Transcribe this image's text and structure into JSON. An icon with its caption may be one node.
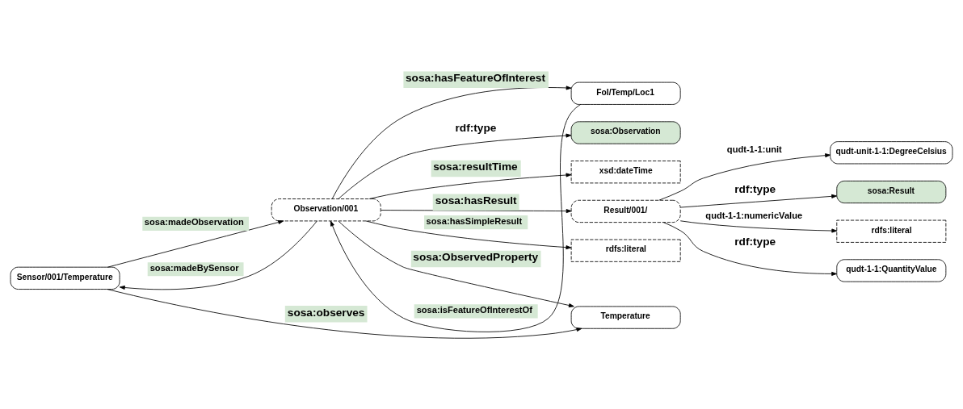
{
  "diagram": {
    "nodes": [
      {
        "text": [
          "Sensor/001/Temperature"
        ]
      },
      {
        "text": [
          "sosa:Observation"
        ]
      },
      {
        "text": [
          "xsd:dateTime"
        ]
      },
      {
        "text": [
          "qudt-unit-1-1:DegreeCelsius"
        ]
      },
      {
        "text": [
          "sosa:Result"
        ]
      },
      {
        "text": [
          "Observation/001"
        ]
      },
      {
        "text": [
          "Result/001/"
        ]
      },
      {
        "text": [
          "rdfs:literal"
        ]
      },
      {
        "text": [
          "rdfs:literal"
        ]
      },
      {
        "text": [
          "Temperature"
        ]
      },
      {
        "text": [
          "FoI/Temp/Loc1"
        ]
      },
      {
        "text": [
          "qudt-1-1:QuantityValue"
        ]
      }
    ],
    "edges": [
      {
        "from": 0,
        "to": 5,
        "arrow": "to",
        "label": "sosa:madeObservation"
      },
      {
        "from": 5,
        "to": 0,
        "arrow": "to",
        "label": "sosa:madeBySensor"
      },
      {
        "from": 5,
        "to": 1,
        "arrow": "to",
        "label": "rdf:type"
      },
      {
        "from": 5,
        "to": 2,
        "arrow": "to",
        "label": "sosa:resultTime"
      },
      {
        "from": 5,
        "to": 6,
        "arrow": "to",
        "label": "sosa:hasResult"
      },
      {
        "from": 6,
        "to": 3,
        "arrow": "to",
        "label": "qudt-1-1:unit"
      },
      {
        "from": 6,
        "to": 4,
        "arrow": "to",
        "label": "rdf:type"
      },
      {
        "from": 5,
        "to": 7,
        "arrow": "to",
        "label": "sosa:hasSimpleResult"
      },
      {
        "from": 0,
        "to": 9,
        "arrow": "to",
        "label": "sosa:observes"
      },
      {
        "from": 5,
        "to": 9,
        "arrow": "to",
        "label": "sosa:ObservedProperty"
      },
      {
        "from": 5,
        "to": 10,
        "arrow": "to",
        "label": "sosa:hasFeatureOfInterest"
      },
      {
        "from": 10,
        "to": 5,
        "arrow": "to",
        "label": "sosa:isFeatureOfInterestOf"
      },
      {
        "from": 6,
        "to": 8,
        "arrow": "to",
        "label": "qudt-1-1:numericValue"
      },
      {
        "from": 6,
        "to": 11,
        "arrow": "to",
        "label": "rdf:type"
      }
    ]
  }
}
